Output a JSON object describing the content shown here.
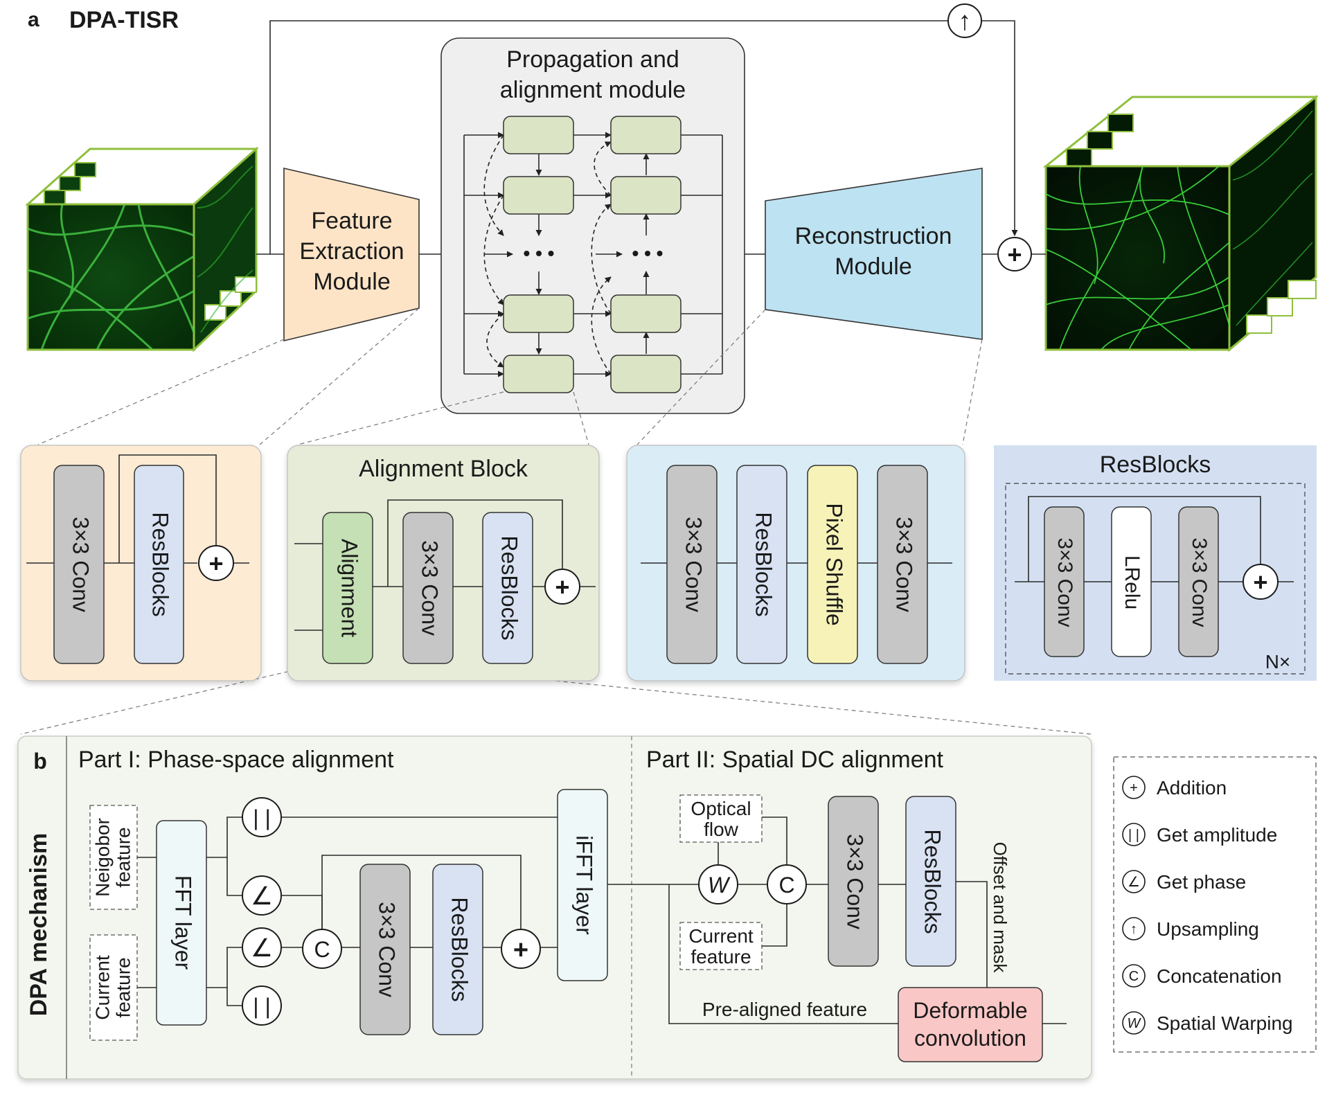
{
  "panel_a": {
    "letter": "a",
    "title": "DPA-TISR",
    "propagation_title": [
      "Propagation and",
      "alignment module"
    ],
    "feature_module": [
      "Feature",
      "Extraction",
      "Module"
    ],
    "reconstruction_module": [
      "Reconstruction",
      "Module"
    ],
    "ellipsis": "• • •",
    "detail_feature": {
      "conv": "3×3 Conv",
      "resblocks": "ResBlocks"
    },
    "detail_alignment": {
      "title": "Alignment Block",
      "alignment": "Alignment",
      "conv": "3×3 Conv",
      "resblocks": "ResBlocks"
    },
    "detail_reconstruction": {
      "conv1": "3×3 Conv",
      "resblocks": "ResBlocks",
      "pixel_shuffle": "Pixel Shuffle",
      "conv2": "3×3 Conv"
    },
    "detail_resblocks": {
      "title": "ResBlocks",
      "conv1": "3×3 Conv",
      "lrelu": "LRelu",
      "conv2": "3×3 Conv",
      "repeat": "N×"
    }
  },
  "panel_b": {
    "letter": "b",
    "side_label": "DPA mechanism",
    "part1_title": "Part I: Phase-space alignment",
    "part2_title": "Part II: Spatial DC alignment",
    "neighbor_feature": [
      "Neigobor",
      "feature"
    ],
    "current_feature": [
      "Current",
      "feature"
    ],
    "fft": "FFT layer",
    "ifft": "iFFT layer",
    "conv": "3×3 Conv",
    "resblocks": "ResBlocks",
    "optical_flow": [
      "Optical",
      "flow"
    ],
    "current_feature_2": [
      "Current",
      "feature"
    ],
    "conv2": "3×3 Conv",
    "resblocks2": "ResBlocks",
    "offset_mask": "Offset and mask",
    "pre_aligned": "Pre-aligned feature",
    "deformable": [
      "Deformable",
      "convolution"
    ]
  },
  "symbols": {
    "plus": "+",
    "concat": "C",
    "warp": "W",
    "amplitude": "| |",
    "phase": "∠",
    "upsample": "↑"
  },
  "legend": {
    "items": [
      {
        "symbol": "+",
        "label": "Addition"
      },
      {
        "symbol": "| |",
        "label": "Get amplitude"
      },
      {
        "symbol": "∠",
        "label": "Get phase"
      },
      {
        "symbol": "↑",
        "label": "Upsampling"
      },
      {
        "symbol": "C",
        "label": "Concatenation"
      },
      {
        "symbol": "W",
        "label": "Spatial Warping"
      }
    ]
  },
  "colors": {
    "feature_fill": "#fde4c6",
    "feature_panel": "#fdebd4",
    "align_panel": "#e6ecd8",
    "recon_fill": "#bde2f2",
    "recon_panel": "#daedf7",
    "res_panel": "#d4e0f2",
    "conv_fill": "#c6c6c6",
    "resblock_fill": "#d8e2f3",
    "pixel_shuffle_fill": "#f7f3b8",
    "alignment_fill": "#c4e0b4",
    "module_cell": "#dbe4c4",
    "propagation_bg": "#efefef",
    "fft_fill": "#eef8f8",
    "deformable_fill": "#f9c7c6",
    "panel_b_bg": "#f3f6ee",
    "volume_edge": "#8fbf3c",
    "filament": "#3fd13f"
  }
}
